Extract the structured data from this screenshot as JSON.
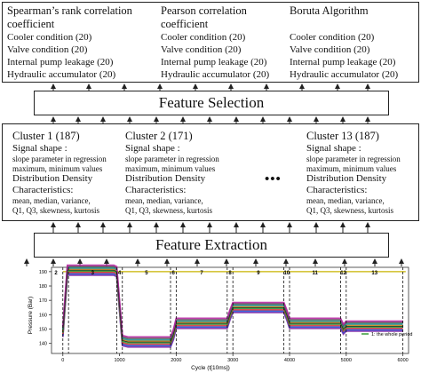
{
  "top_columns": [
    {
      "title": "Spearman’s rank correlation coefficient",
      "title_lines": [
        "Spearman’s rank correlation",
        "coefficient"
      ],
      "items": [
        "Cooler condition (20)",
        "Valve condition (20)",
        "Internal pump leakage (20)",
        "Hydraulic accumulator (20)"
      ]
    },
    {
      "title": "Pearson correlation coefficient",
      "title_lines": [
        "Pearson correlation",
        "coefficient"
      ],
      "items": [
        "Cooler condition (20)",
        "Valve condition (20)",
        "Internal pump leakage (20)",
        "Hydraulic accumulator (20)"
      ]
    },
    {
      "title": "Boruta Algorithm",
      "title_lines": [
        "Boruta Algorithm",
        ""
      ],
      "items": [
        "Cooler condition (20)",
        "Valve condition (20)",
        "Internal pump leakage (20)",
        "Hydraulic accumulator (20)"
      ]
    }
  ],
  "feature_selection_label": "Feature Selection",
  "clusters": [
    {
      "name": "Cluster 1 (187)",
      "signal_shape_label": "Signal shape :",
      "signal_shape_lines": [
        "slope parameter in regression",
        "maximum, minimum values"
      ],
      "distribution_label": "Distribution Density",
      "characteristics_label": "Characteristics:",
      "characteristics_lines": [
        "mean, median, variance,",
        "Q1, Q3, skewness, kurtosis"
      ]
    },
    {
      "name": "Cluster 2 (171)",
      "signal_shape_label": "Signal shape :",
      "signal_shape_lines": [
        "slope parameter in regression",
        "maximum, minimum values"
      ],
      "distribution_label": "Distribution Density",
      "characteristics_label": "Characteristics:",
      "characteristics_lines": [
        "mean, median, variance,",
        "Q1, Q3, skewness, kurtosis"
      ]
    },
    {
      "name": "Cluster 13 (187)",
      "signal_shape_label": "Signal shape :",
      "signal_shape_lines": [
        "slope parameter in regression",
        "maximum, minimum values"
      ],
      "distribution_label": "Distribution Density",
      "characteristics_label": "Characteristics:",
      "characteristics_lines": [
        "mean, median, variance,",
        "Q1, Q3, skewness, kurtosis"
      ]
    }
  ],
  "ellipsis": "•••",
  "feature_extraction_label": "Feature Extraction",
  "colors": {
    "line": "#222222",
    "box_border": "#222222",
    "boundary": "#111111",
    "plateau_top": "#3a9a3a"
  },
  "chart_data": {
    "type": "line",
    "xlabel": "Cycle (t[10ms])",
    "ylabel": "Pressure (Bar)",
    "xlim": [
      -200,
      6100
    ],
    "ylim": [
      133,
      193
    ],
    "xticks": [
      0,
      1000,
      2000,
      3000,
      4000,
      5000,
      6000
    ],
    "yticks": [
      140,
      150,
      160,
      170,
      180,
      190
    ],
    "annotation": "1: the whole period",
    "segment_boundaries": [
      0,
      100,
      950,
      1050,
      1900,
      2000,
      2900,
      3000,
      3900,
      4000,
      4900,
      5000,
      6000
    ],
    "segment_labels": [
      {
        "label": "2",
        "x": -120
      },
      {
        "label": "3",
        "x": 525
      },
      {
        "label": "4",
        "x": 1000
      },
      {
        "label": "5",
        "x": 1475
      },
      {
        "label": "6",
        "x": 1950
      },
      {
        "label": "7",
        "x": 2450
      },
      {
        "label": "8",
        "x": 2950
      },
      {
        "label": "9",
        "x": 3450
      },
      {
        "label": "10",
        "x": 3950
      },
      {
        "label": "11",
        "x": 4450
      },
      {
        "label": "12",
        "x": 4950
      },
      {
        "label": "13",
        "x": 5500
      }
    ],
    "series_profile": {
      "x": [
        0,
        80,
        100,
        900,
        950,
        1050,
        1150,
        1900,
        1950,
        2000,
        2900,
        2950,
        3000,
        3900,
        3950,
        4000,
        4900,
        4950,
        5000,
        6000
      ],
      "y": [
        148,
        191,
        191,
        191,
        190,
        142,
        141,
        141,
        146,
        154,
        154,
        160,
        165,
        165,
        160,
        154,
        154,
        150,
        152,
        152
      ]
    },
    "band_halfwidth": 3.5,
    "reference_line_y": 190
  }
}
